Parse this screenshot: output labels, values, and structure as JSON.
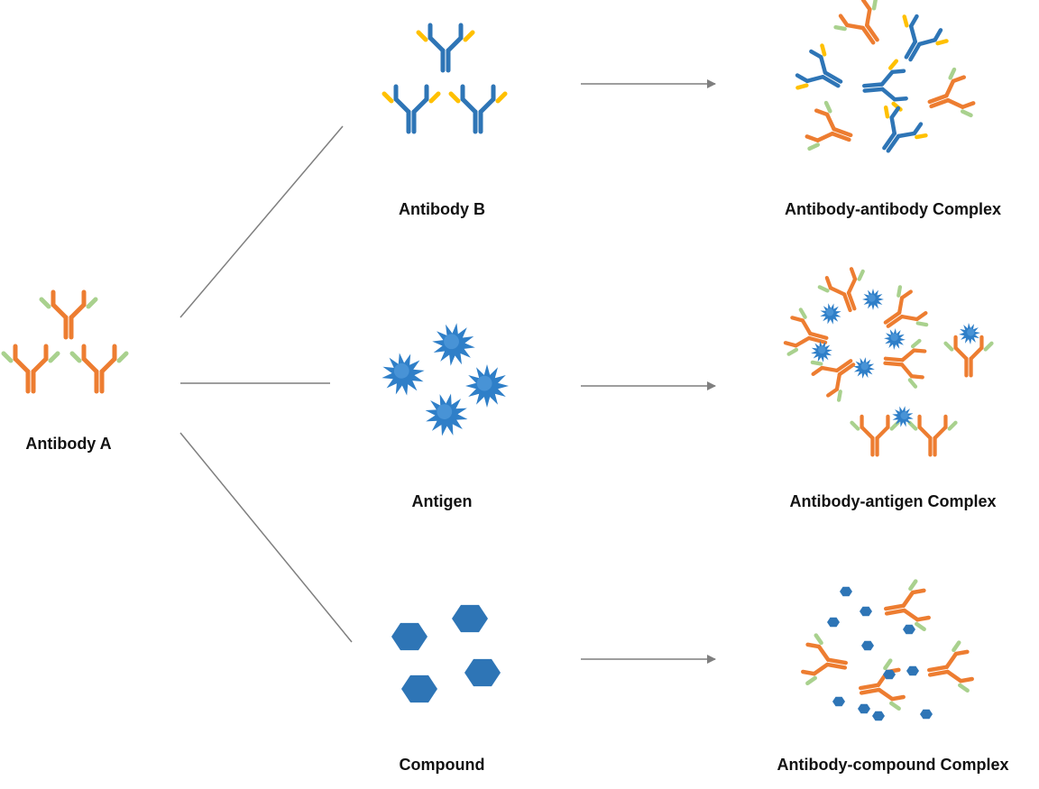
{
  "colors": {
    "background": "#ffffff",
    "antibody_a": "#ed7d31",
    "antibody_b": "#2e75b6",
    "tip_a": "#a9d18e",
    "tip_b": "#ffc000",
    "antigen": "#2f7fc8",
    "compound": "#2e75b6",
    "connector": "#7f7f7f"
  },
  "labels": {
    "antibody_a": "Antibody A",
    "antibody_b": "Antibody B",
    "antigen": "Antigen",
    "compound": "Compound",
    "antibody_antibody_complex": "Antibody-antibody Complex",
    "antibody_antigen_complex": "Antibody-antigen Complex",
    "antibody_compound_complex": "Antibody-compound Complex"
  },
  "icons": {
    "antibody": "antibody-icon",
    "antigen": "antigen-icon",
    "compound": "hexagon-icon",
    "arrow": "arrow-right-icon",
    "connector": "connector-line"
  }
}
